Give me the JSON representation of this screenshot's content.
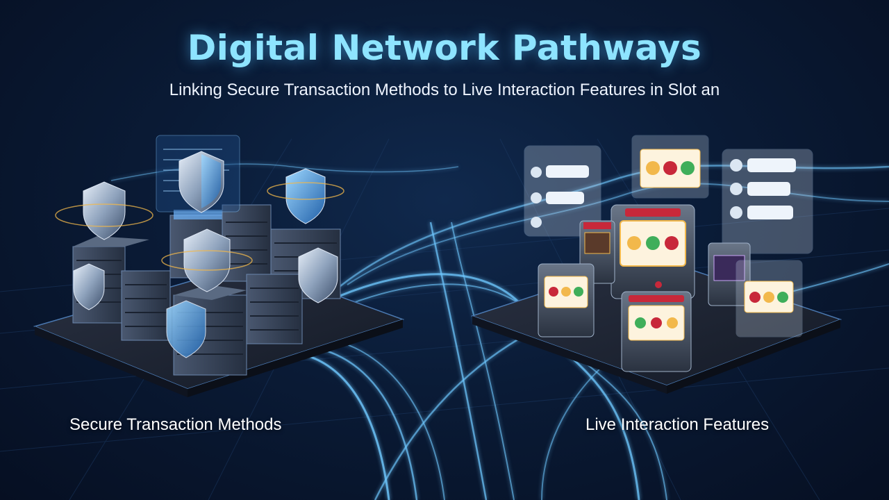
{
  "header": {
    "title": "Digital Network Pathways",
    "subtitle": "Linking Secure Transaction Methods to Live Interaction Features in Slot an"
  },
  "labels": {
    "left": "Secure Transaction Methods",
    "right": "Live Interaction Features"
  },
  "colors": {
    "title": "#8ee4ff",
    "pathway_glow": "#6fc8ff",
    "background": "#0a1b36",
    "server_body": "#3a4a63",
    "slot_red": "#c8283a",
    "gold": "#f2b84b"
  },
  "icons": [
    "shield-icon",
    "server-rack-icon",
    "slot-machine-icon",
    "chat-bubble-icon",
    "user-avatar-icon"
  ]
}
